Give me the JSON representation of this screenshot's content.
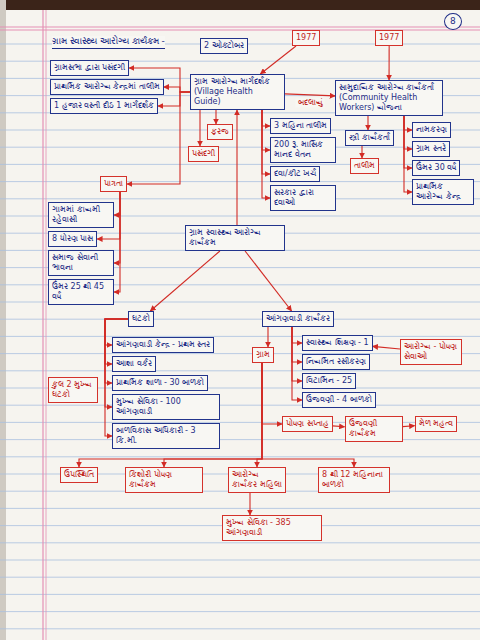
{
  "diagram": {
    "title": "ગ્રામ સ્વાસ્થ્ય આરોગ્ય કાર્યક્રમ -",
    "nodes": [
      {
        "text": [
          "2 ઓક્ટોબર"
        ]
      },
      {
        "text": [
          "1977"
        ]
      },
      {
        "text": [
          "1977"
        ]
      },
      {
        "text": [
          "ગ્રામ આરોગ્ય માર્ગદર્શક (Village Health Guide)"
        ]
      },
      {
        "text": [
          "સામુદાયિક આરોગ્ય કાર્યકર્તા (Community Health Workers) યોજના"
        ]
      },
      {
        "text": [
          "ગ્રામસભા દ્વારા પસંદગી"
        ]
      },
      {
        "text": [
          "પ્રાથમિક આરોગ્ય કેન્દ્રમાં તાલીમ"
        ]
      },
      {
        "text": [
          "1 હજાર વસ્તી દીઠ 1 માર્ગદર્શક"
        ]
      },
      {
        "text": [
          "3 મહિના તાલીમ"
        ]
      },
      {
        "text": [
          "200 રૂ. માસિક માનદ વેતન"
        ]
      },
      {
        "text": [
          "દવા/કીટ ખર્ચ"
        ]
      },
      {
        "text": [
          "સરકાર દ્વારા દવાઓ"
        ]
      },
      {
        "text": [
          "પાત્રતા"
        ]
      },
      {
        "text": [
          "પસંદગી"
        ]
      },
      {
        "text": [
          "ફરજ"
        ]
      },
      {
        "text": [
          "ગામમાં કાયમી રહેવાસી"
        ]
      },
      {
        "text": [
          "8 ધોરણ પાસ"
        ]
      },
      {
        "text": [
          "સમાજ સેવાની ભાવના"
        ]
      },
      {
        "text": [
          "ઉંમર 25 થી 45 વર્ષ"
        ]
      },
      {
        "text": [
          "સ્ત્રી કાર્યકર્તા"
        ]
      },
      {
        "text": [
          "નામકરણ"
        ]
      },
      {
        "text": [
          "ગ્રામ સ્તરે"
        ]
      },
      {
        "text": [
          "ઉંમર 30 વર્ષ"
        ]
      },
      {
        "text": [
          "પ્રાથમિક આરોગ્ય કેન્દ્ર"
        ]
      },
      {
        "text": [
          "તાલીમ"
        ]
      },
      {
        "text": [
          "ગ્રામ સ્વાસ્થ્ય આરોગ્ય કાર્યક્રમ"
        ]
      },
      {
        "text": [
          "ઘટકો"
        ]
      },
      {
        "text": [
          "આંગણવાડી કાર્યકર"
        ]
      },
      {
        "text": [
          "આંગણવાડી કેન્દ્ર - પ્રથમ સ્તર"
        ]
      },
      {
        "text": [
          "આશા વર્કર"
        ]
      },
      {
        "text": [
          "પ્રાથમિક શાળા - 30 બાળકો"
        ]
      },
      {
        "text": [
          "મુખ્ય સેવિકા - 100 આંગણવાડી"
        ]
      },
      {
        "text": [
          "બાળવિકાસ અધિકારી - 3 કિ.મી."
        ]
      },
      {
        "text": [
          "કુલ 2 મુખ્ય ઘટકો"
        ]
      },
      {
        "text": [
          "સ્વાસ્થ્ય શિક્ષણ - 1"
        ]
      },
      {
        "text": [
          "નિયમિત રસીકરણ"
        ]
      },
      {
        "text": [
          "વિટામિન - 25"
        ]
      },
      {
        "text": [
          "ઉજવણી - 4 બાળકો"
        ]
      },
      {
        "text": [
          "આરોગ્ય - પોષણ સેવાઓ"
        ]
      },
      {
        "text": [
          "ગ્રામ"
        ]
      },
      {
        "text": [
          "પોષણ સપ્તાહ"
        ]
      },
      {
        "text": [
          "ઉજવણી કાર્યક્રમ"
        ]
      },
      {
        "text": [
          "મેળ મહત્વ"
        ]
      },
      {
        "text": [
          "ઉપસ્થિતિ"
        ]
      },
      {
        "text": [
          "કિશોરી પોષણ કાર્યક્રમ"
        ]
      },
      {
        "text": [
          "આરોગ્ય કાર્યકર મહિલા"
        ]
      },
      {
        "text": [
          "8 થી 12 મહિનાના બાળકો"
        ]
      },
      {
        "text": [
          "મુખ્ય સેવિકા - 385 આંગણવાડી"
        ]
      }
    ],
    "edges": [
      {
        "from": 1,
        "to": 3,
        "arrow": "to"
      },
      {
        "from": 2,
        "to": 4,
        "arrow": "to"
      },
      {
        "from": 3,
        "to": 4,
        "label": "બદલાયું",
        "arrow": "to"
      },
      {
        "from": 3,
        "to": 5,
        "arrow": "to"
      },
      {
        "from": 3,
        "to": 6,
        "arrow": "to"
      },
      {
        "from": 3,
        "to": 7,
        "arrow": "to"
      },
      {
        "from": 3,
        "to": 12,
        "arrow": "to"
      },
      {
        "from": 3,
        "to": 8,
        "arrow": "to"
      },
      {
        "from": 3,
        "to": 9,
        "arrow": "to"
      },
      {
        "from": 3,
        "to": 10,
        "arrow": "to"
      },
      {
        "from": 3,
        "to": 11,
        "arrow": "to"
      },
      {
        "from": 3,
        "to": 13,
        "arrow": "to"
      },
      {
        "from": 3,
        "to": 14,
        "arrow": "to"
      },
      {
        "from": 12,
        "to": 15,
        "arrow": "to"
      },
      {
        "from": 12,
        "to": 16,
        "arrow": "to"
      },
      {
        "from": 12,
        "to": 17,
        "arrow": "to"
      },
      {
        "from": 12,
        "to": 18,
        "arrow": "to"
      },
      {
        "from": 4,
        "to": 19,
        "arrow": "to"
      },
      {
        "from": 4,
        "to": 20,
        "arrow": "to"
      },
      {
        "from": 4,
        "to": 21,
        "arrow": "to"
      },
      {
        "from": 4,
        "to": 22,
        "arrow": "to"
      },
      {
        "from": 4,
        "to": 23,
        "arrow": "to"
      },
      {
        "from": 19,
        "to": 24,
        "arrow": "to"
      },
      {
        "from": 25,
        "to": 3,
        "arrow": "to"
      },
      {
        "from": 25,
        "to": 26,
        "arrow": "to"
      },
      {
        "from": 25,
        "to": 27,
        "arrow": "to"
      },
      {
        "from": 26,
        "to": 28,
        "arrow": "to"
      },
      {
        "from": 26,
        "to": 29,
        "arrow": "to"
      },
      {
        "from": 26,
        "to": 30,
        "arrow": "to"
      },
      {
        "from": 26,
        "to": 31,
        "arrow": "to"
      },
      {
        "from": 26,
        "to": 32,
        "arrow": "to"
      },
      {
        "from": 27,
        "to": 34,
        "arrow": "to"
      },
      {
        "from": 27,
        "to": 35,
        "arrow": "to"
      },
      {
        "from": 27,
        "to": 36,
        "arrow": "to"
      },
      {
        "from": 27,
        "to": 37,
        "arrow": "to"
      },
      {
        "from": 38,
        "to": 34,
        "arrow": "to"
      },
      {
        "from": 27,
        "to": 39,
        "arrow": "to"
      },
      {
        "from": 39,
        "to": 40,
        "arrow": "to"
      },
      {
        "from": 40,
        "to": 41,
        "arrow": "to"
      },
      {
        "from": 41,
        "to": 42,
        "arrow": "to"
      },
      {
        "from": 39,
        "to": 43,
        "arrow": "to"
      },
      {
        "from": 39,
        "to": 44,
        "arrow": "to"
      },
      {
        "from": 39,
        "to": 45,
        "arrow": "to"
      },
      {
        "from": 39,
        "to": 46,
        "arrow": "to"
      },
      {
        "from": 45,
        "to": 47,
        "arrow": "to"
      }
    ],
    "labels": [
      "8"
    ]
  }
}
